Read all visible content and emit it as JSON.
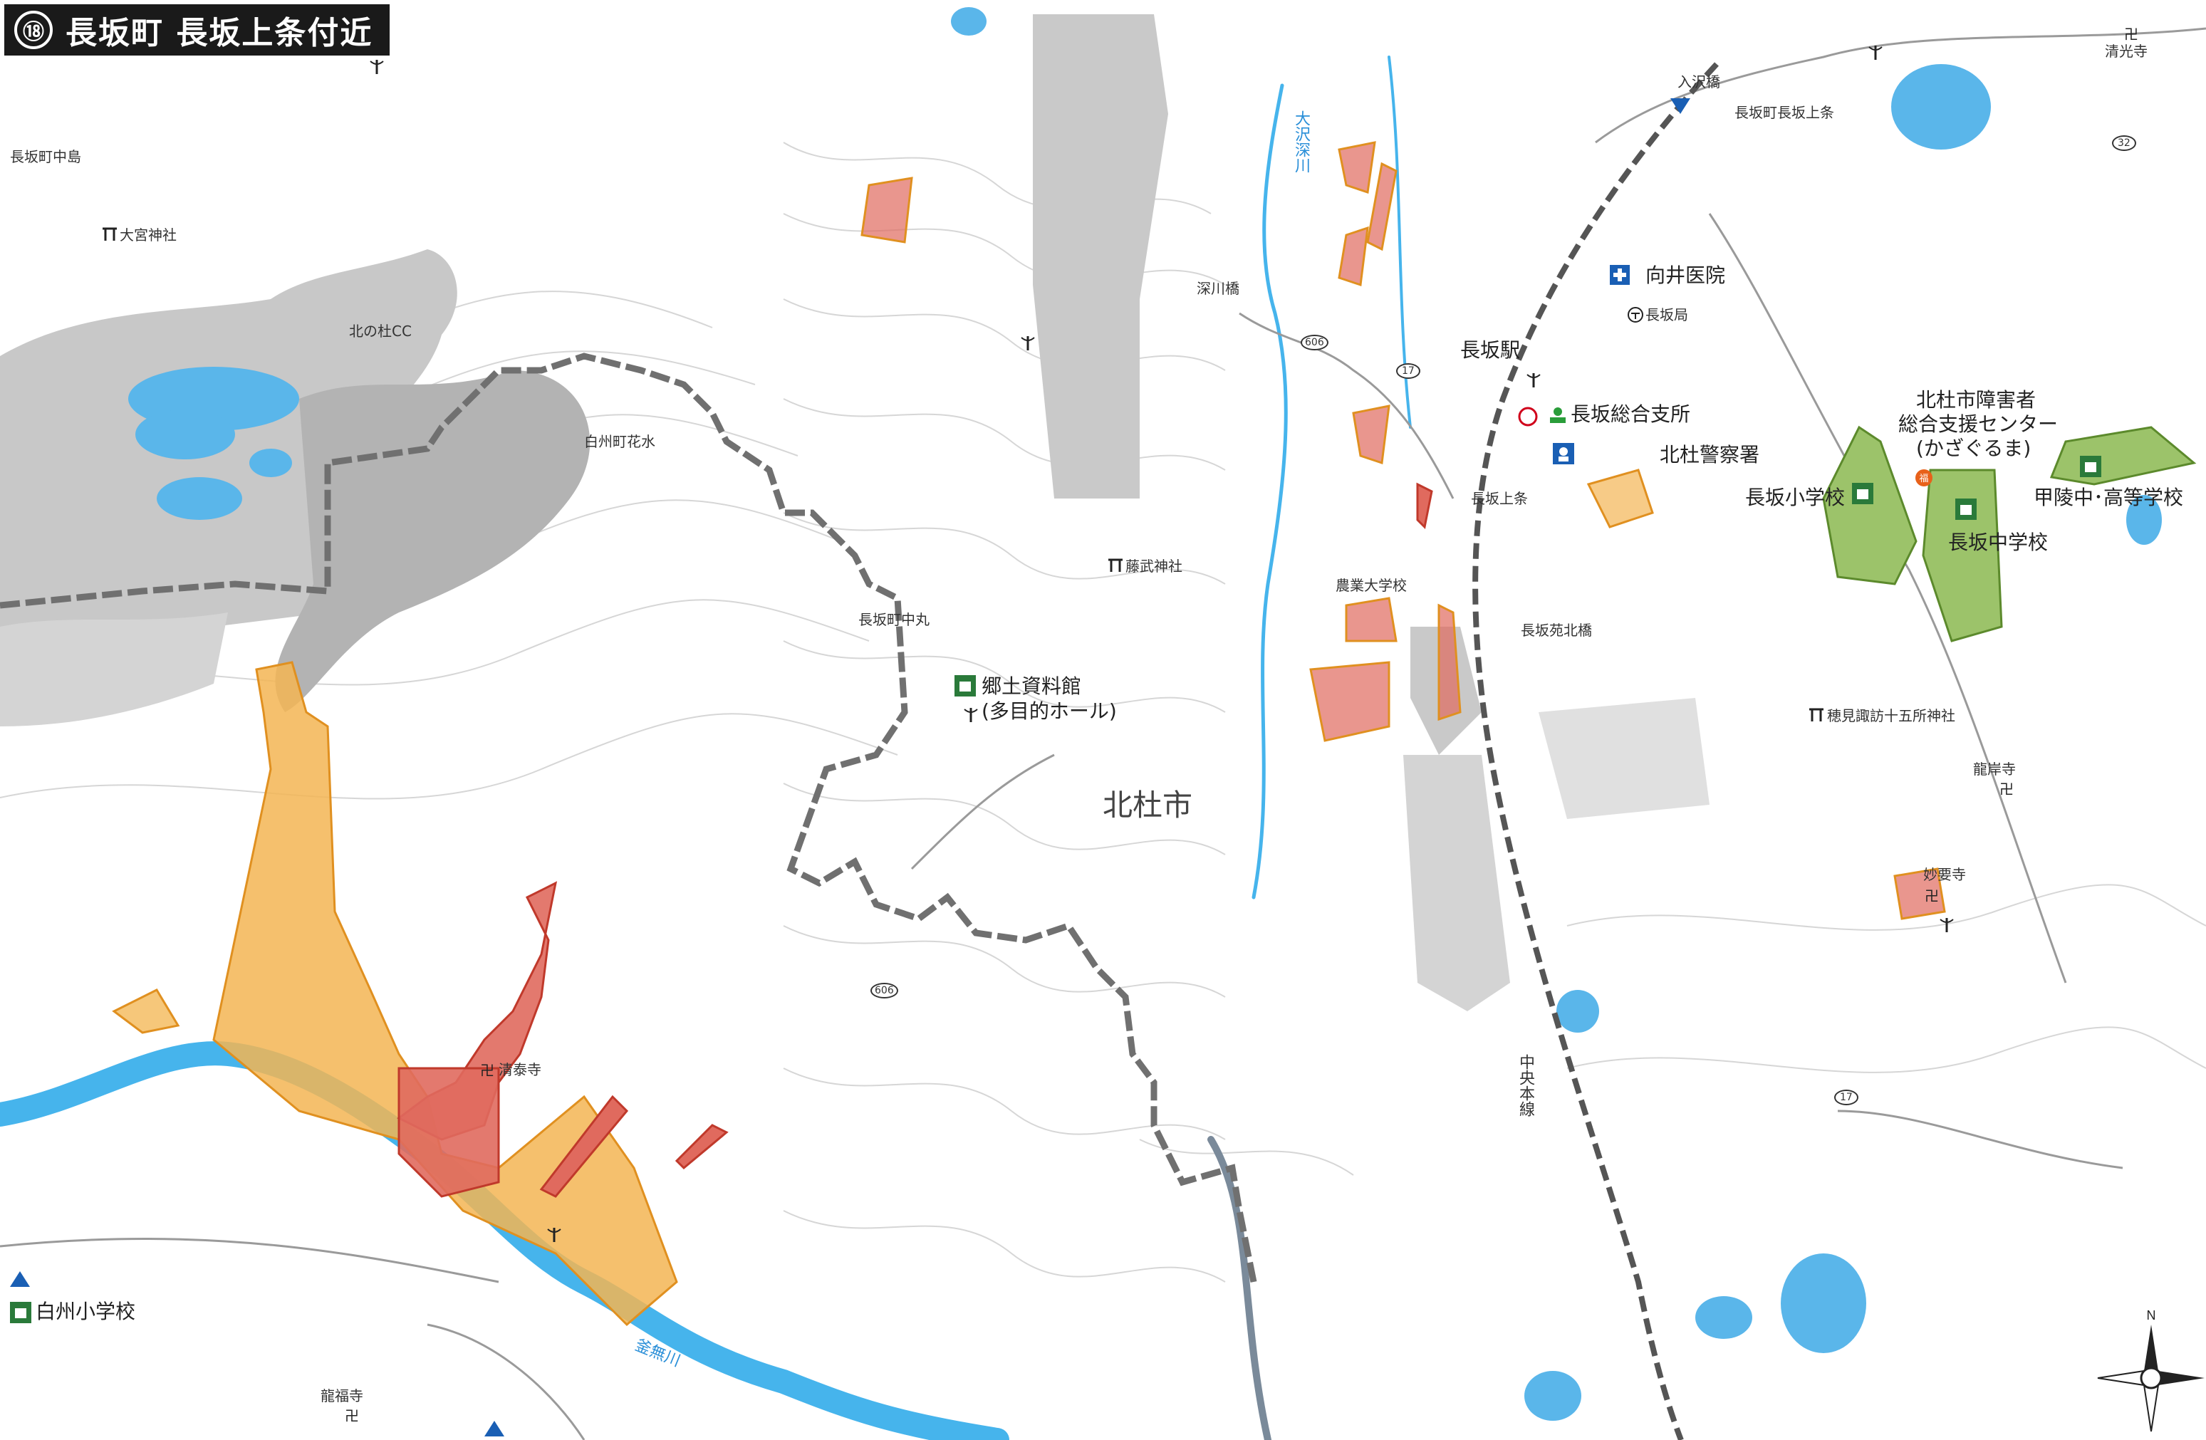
{
  "title": {
    "number": "⑱",
    "text": "長坂町 長坂上条付近"
  },
  "colors": {
    "background": "#ffffff",
    "contour": "#d6d6d6",
    "road": "#9a9a9a",
    "river": "#46b4ec",
    "golf_course": "#bdbdbd",
    "boundary": "#707070",
    "hazard_red": "#e06a5e",
    "hazard_orange": "#f3b554",
    "school_green": "#9cc36a",
    "railway": "#555555"
  },
  "labels": {
    "naga_naka": "長坂町中島",
    "omiya": "大宮神社",
    "kitanomori": "北の杜CC",
    "hakushu_hanamizu": "白州町花水",
    "fukagawa_bridge": "深川橋",
    "mukai": "向井医院",
    "nagasaka_post": "長坂局",
    "nagasaka_station": "長坂駅",
    "sogo_shisho": "長坂総合支所",
    "police": "北杜警察署",
    "nagasaka_kamijo": "長坂上条",
    "tozai_shrine": "藤武神社",
    "nakamaru": "長坂町中丸",
    "museum_line1": "郷土資料館",
    "museum_line2": "(多目的ホール)",
    "hokuto_city": "北杜市",
    "agri_school": "農業大学校",
    "nagasaka_bridge": "長坂苑北橋",
    "irisawa": "入沢橋",
    "naga_shouzui": "長坂町長坂上条",
    "oozawa_river": "大沢深川",
    "support_center_1": "北杜市障害者",
    "support_center_2": "総合支援センター",
    "support_center_3": "(かざぐるま)",
    "nagasaka_elem": "長坂小学校",
    "nagasaka_mid": "長坂中学校",
    "koryo_school": "甲陵中･高等学校",
    "seikoji": "清光寺",
    "hotomi_shrine": "穂見諏訪十五所神社",
    "ryuganji": "龍岸寺",
    "myoyoji": "妙要寺",
    "chuo_line": "中央本線",
    "seitaiji": "清泰寺",
    "hakushu_elem": "白州小学校",
    "ryufukuji": "龍福寺",
    "kamanashi": "釜無川",
    "road_606a": "606",
    "road_606b": "606",
    "road_17a": "17",
    "road_17b": "17",
    "road_32": "32"
  },
  "icons": {
    "shrine": "torii-icon",
    "temple": "manji-icon",
    "hospital": "hospital-icon",
    "post": "post-office-icon",
    "police": "police-icon",
    "school": "school-icon",
    "evacuation": "evacuation-icon",
    "antenna": "antenna-icon",
    "camp": "triangle-icon",
    "compass": "north-arrow-icon"
  }
}
